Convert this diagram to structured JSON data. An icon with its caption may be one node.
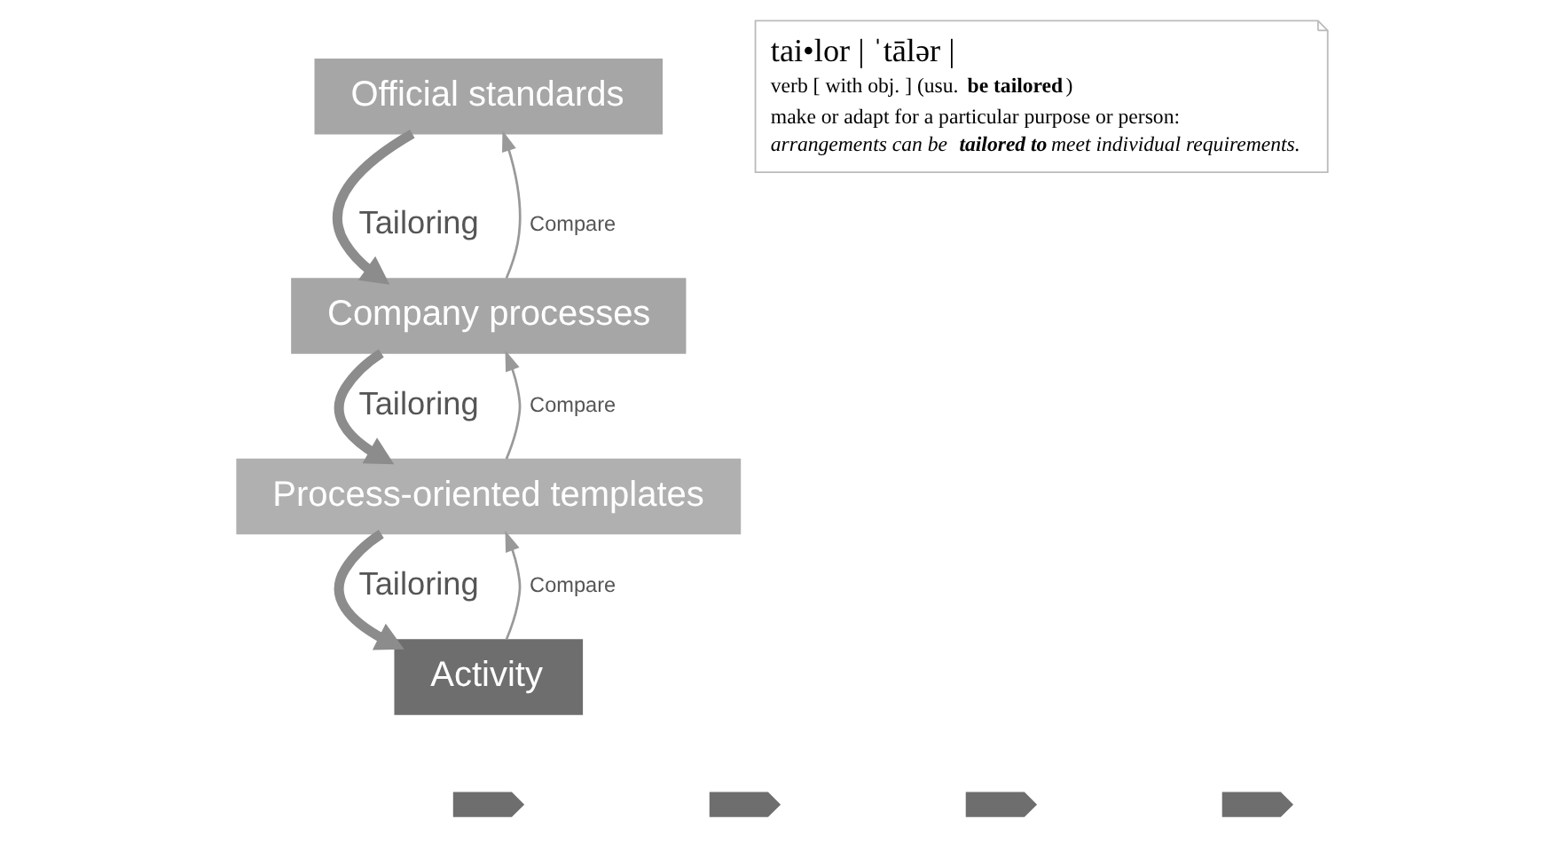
{
  "diagram": {
    "nodes": [
      {
        "text": [
          "Official standards"
        ]
      },
      {
        "text": [
          "Company processes"
        ]
      },
      {
        "text": [
          "Process-oriented templates"
        ]
      },
      {
        "text": [
          "Activity"
        ]
      },
      {
        "text": [
          "tai•lor | ˈtālər |",
          "verb [ with obj. ] (usu. **be tailored**)",
          "make or adapt for a particular purpose or person:",
          "arrangements can be **tailored to** meet individual requirements."
        ]
      },
      {
        "text": [],
        "shape": "chevron"
      },
      {
        "text": [],
        "shape": "chevron"
      },
      {
        "text": [],
        "shape": "chevron"
      },
      {
        "text": [],
        "shape": "chevron"
      }
    ],
    "edges": [
      {
        "from": 0,
        "to": 1,
        "arrow": "to",
        "label": "Tailoring",
        "style": "thick"
      },
      {
        "from": 1,
        "to": 0,
        "arrow": "to",
        "label": "Compare"
      },
      {
        "from": 1,
        "to": 2,
        "arrow": "to",
        "label": "Tailoring",
        "style": "thick"
      },
      {
        "from": 2,
        "to": 1,
        "arrow": "to",
        "label": "Compare"
      },
      {
        "from": 2,
        "to": 3,
        "arrow": "to",
        "label": "Tailoring",
        "style": "thick"
      },
      {
        "from": 3,
        "to": 2,
        "arrow": "to",
        "label": "Compare"
      }
    ]
  }
}
